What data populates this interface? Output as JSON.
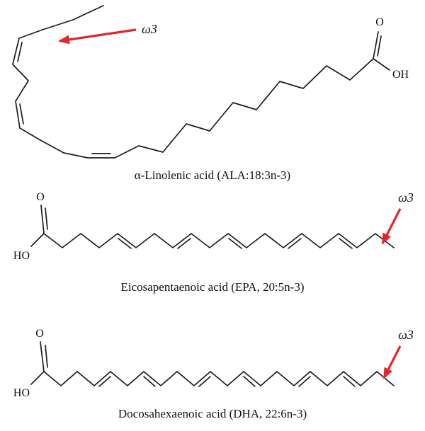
{
  "figure": {
    "background": "#ffffff",
    "bond_color": "#1c1c1c",
    "arrow_color": "#e2262b"
  },
  "molecules": {
    "ala": {
      "caption": "α-Linolenic acid (ALA:18:3n-3)",
      "omega_label": "ω3",
      "carbonyl_oxygen": "O",
      "hydroxyl": "OH"
    },
    "epa": {
      "caption": "Eicosapentaenoic acid (EPA, 20:5n-3)",
      "omega_label": "ω3",
      "carbonyl_oxygen": "O",
      "hydroxyl": "HO"
    },
    "dha": {
      "caption": "Docosahexaenoic acid (DHA, 22:6n-3)",
      "omega_label": "ω3",
      "carbonyl_oxygen": "O",
      "hydroxyl": "HO"
    }
  }
}
